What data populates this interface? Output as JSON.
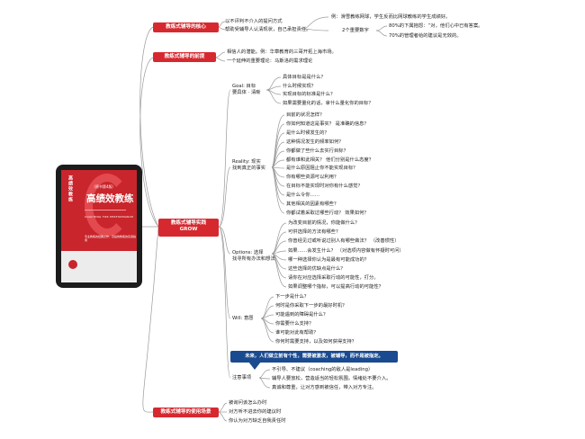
{
  "book": {
    "title": "高绩效教练",
    "edition": "（原书第4版）",
    "spine_text": "高绩效教练",
    "english_title": "COACHING FOR PERFORMANCE",
    "subtitle": "专业教练的经典之作，高绩效教练的实用指南"
  },
  "central_node": {
    "label_line1": "教练式辅导实践",
    "label_line2": "GROW"
  },
  "branches": {
    "core": {
      "label": "教练式辅导的核心",
      "items": [
        "以不评判不介入的提问方式",
        "帮助受辅导人认清现状，自己承担责任。"
      ],
      "examples": {
        "item1": "例：滑雪教练网球，学生反而比网球教练的学生成绩好。",
        "item2_label": "2个重要数字",
        "item2_children": [
          "80%的下属抱怨：“对，他们心中已有答案。",
          "70%的管理者给的建议是无效的。"
        ]
      }
    },
    "premise": {
      "label": "教练式辅导的前提",
      "items": [
        "相信人的潜能。例：华章教育的三哥开拓上海市场。",
        "一个延伸的重要理论：马斯洛的需求理论"
      ]
    },
    "goal": {
      "label_line1": "Goal: 目标",
      "label_line2": "要具体 · 清晰",
      "items": [
        "具体目标是是什么？",
        "什么时候实现？",
        "实现目标的标准是什么？",
        "如果需要量化的话，拿什么量化你的目标？"
      ]
    },
    "reality": {
      "label_line1": "Reality: 现实",
      "label_line2": "找到真正的事实",
      "items": [
        "目前的状况怎样？",
        "你如何知道这是事实？ 是准确的信息？",
        "是什么时候发生的？",
        "这种情况发生的频率如何？",
        "你都做了些什么去实行目标？",
        "都有谁和此相关？ 他们分别是什么态度？",
        "是什么原因阻止你不能实现目标？",
        "你有哪些资源可以利用？",
        "在目标不能实现时对你有什么感觉？",
        "是什么令你……",
        "其他相关的因素有哪些？",
        "你都试着采取过哪些行动？ 效果如何？"
      ]
    },
    "options": {
      "label_line1": "Options: 选择",
      "label_line2": "找寻所有办法和想法",
      "items": [
        "为改变目前的情况，你能做什么？",
        "可供选择的方法有哪些？",
        "你曾经见过或听说过别人有哪些做法？ （改善惯性）",
        "如果……会发生什么？ （对选项内容做有怀疑时可问）",
        "哪一种选择你认为是最有可能成功的？",
        "这些选择的优缺点是什么？",
        "请你在对应选择采取行动的可能性，打分。",
        "如果调整哪个指标，可以提高行动的可能性？"
      ]
    },
    "will": {
      "label": "Will: 意愿",
      "items": [
        "下一步是什么？",
        "何时是你采取下一步的最好时机？",
        "可能遇到的障碍是什么？",
        "你需要什么支持？",
        "谁可能对此有帮助？",
        "你何时需要支持，以及如何获得支持？"
      ]
    },
    "notes": {
      "label": "注意事项",
      "callout": "未来，人们做立前有个性，需要被激发，被辅导，而不是被指定。",
      "items": [
        "不引导、不建议（coaching的敌人是leading）",
        "辅导人要放松，营造适当的轻松氛围，情绪处不要介入。",
        "真诚和尊重，让对方感到被信任，带入对方专注。"
      ]
    },
    "usage": {
      "label": "教练式辅导的使用场景",
      "items": [
        "被询问该怎么办时",
        "对方听不进去你的建议时",
        "你认为对方缺乏自我责任时"
      ]
    }
  },
  "colors": {
    "node_red": "#d6292f",
    "callout_blue": "#1a4a8f",
    "line_gray": "#999999"
  }
}
